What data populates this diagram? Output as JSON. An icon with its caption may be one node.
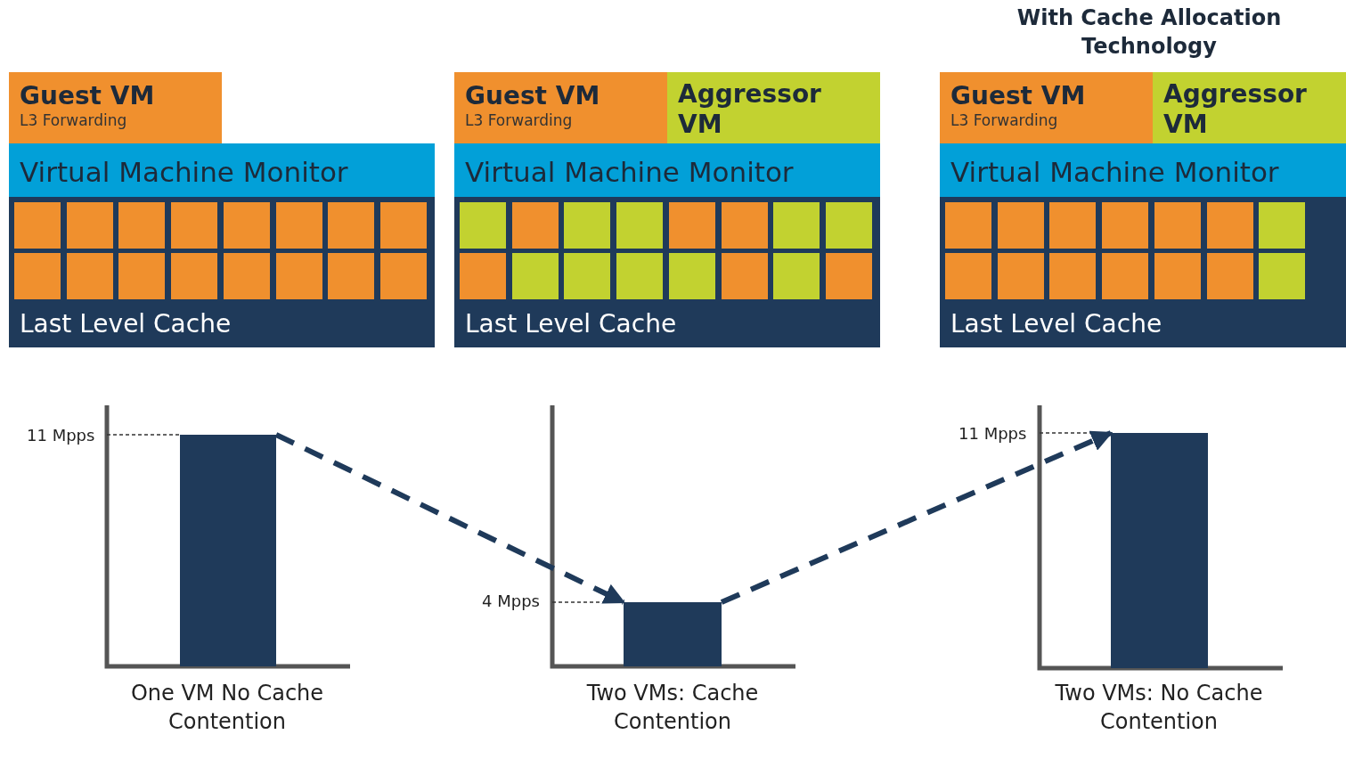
{
  "diagram": {
    "nodes": [
      {
        "text": [
          "Guest VM",
          "L3 Forwarding"
        ]
      },
      {
        "text": [
          "Virtual Machine Monitor"
        ]
      },
      {
        "text": [
          "Last Level Cache"
        ]
      },
      {
        "text": [
          "Guest VM",
          "L3 Forwarding"
        ]
      },
      {
        "text": [
          "Aggressor VM"
        ]
      },
      {
        "text": [
          "Virtual Machine Monitor"
        ]
      },
      {
        "text": [
          "Last Level Cache"
        ]
      },
      {
        "text": [
          "Guest VM",
          "L3 Forwarding"
        ]
      },
      {
        "text": [
          "Aggressor VM"
        ]
      },
      {
        "text": [
          "Virtual Machine Monitor"
        ]
      },
      {
        "text": [
          "Last Level Cache"
        ]
      },
      {
        "text": [],
        "shape": "bar",
        "beside": [
          "One VM No Cache Contention"
        ]
      },
      {
        "text": [],
        "shape": "bar",
        "beside": [
          "Two VMs: Cache Contention"
        ]
      },
      {
        "text": [],
        "shape": "bar",
        "beside": [
          "Two VMs: No Cache Contention"
        ]
      }
    ],
    "edges": [
      {
        "from": 11,
        "to": 12,
        "arrow": "to",
        "style": "dashed"
      },
      {
        "from": 12,
        "to": 13,
        "arrow": "to",
        "style": "dashed"
      }
    ],
    "labels": [
      "With Cache Allocation Technology",
      "11 Mpps",
      "4 Mpps",
      "11 Mpps"
    ]
  }
}
